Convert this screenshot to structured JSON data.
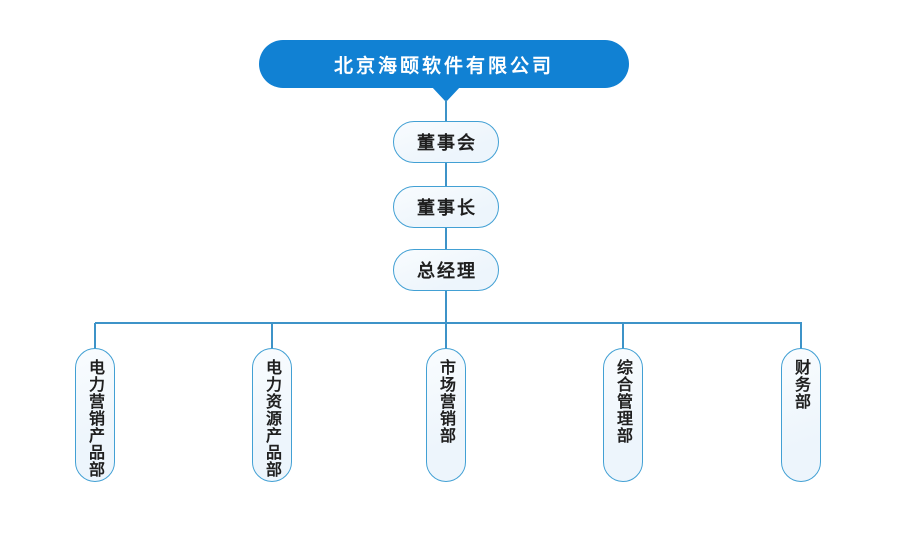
{
  "colors": {
    "primary_blue": "#1181d3",
    "node_border": "#42a0d4",
    "node_fill": "#edf5fc",
    "connector": "#3d93c8",
    "text_dark": "#1f1f1f",
    "title_text": "#ffffff",
    "background": "#ffffff"
  },
  "chart_type": "org-chart",
  "root": {
    "label": "北京海颐软件有限公司"
  },
  "hierarchy": [
    {
      "level": 1,
      "label": "董事会"
    },
    {
      "level": 2,
      "label": "董事长"
    },
    {
      "level": 3,
      "label": "总经理"
    }
  ],
  "departments": [
    {
      "label": "电力营销产品部"
    },
    {
      "label": "电力资源产品部"
    },
    {
      "label": "市场营销部"
    },
    {
      "label": "综合管理部"
    },
    {
      "label": "财务部"
    }
  ]
}
